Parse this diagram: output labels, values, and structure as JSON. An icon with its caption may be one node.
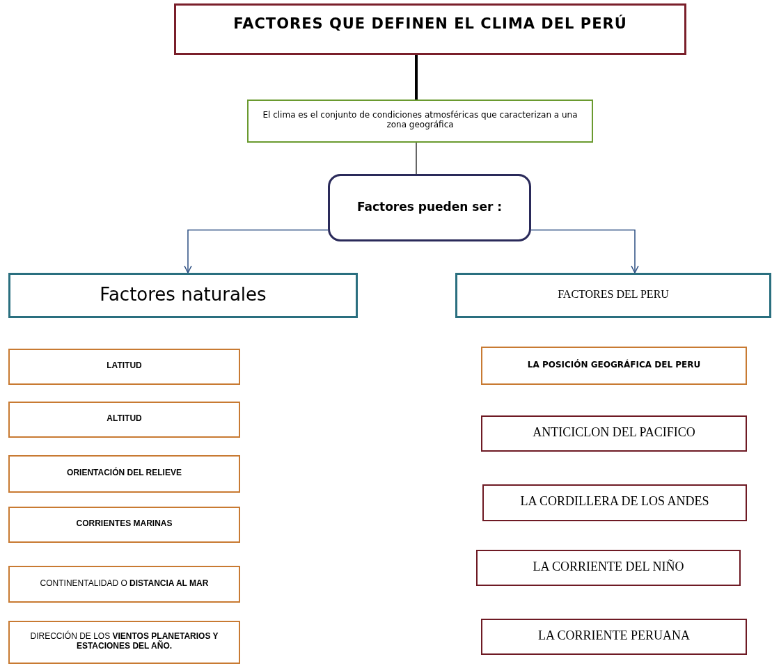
{
  "diagram": {
    "nodes": [
      {
        "text": [
          "FACTORES QUE DEFINEN EL CLIMA DEL PERÚ"
        ]
      },
      {
        "text": [
          "El clima es el conjunto de condiciones atmosféricas que caracterizan a una zona geográfica"
        ]
      },
      {
        "text": [
          "Factores pueden ser :"
        ]
      },
      {
        "text": [
          "Factores naturales"
        ]
      },
      {
        "text": [
          "FACTORES DEL PERU"
        ]
      },
      {
        "text": [
          "LATITUD"
        ]
      },
      {
        "text": [
          "ALTITUD"
        ]
      },
      {
        "text": [
          "ORIENTACIÓN DEL RELIEVE"
        ]
      },
      {
        "text": [
          "CORRIENTES MARINAS"
        ]
      },
      {
        "text": [
          "CONTINENTALIDAD O **DISTANCIA AL MAR**"
        ]
      },
      {
        "text": [
          "DIRECCIÓN DE LOS **VIENTOS PLANETARIOS Y ESTACIONES DEL AÑO.**"
        ]
      },
      {
        "text": [
          "LA POSICIÓN GEOGRÁFICA DEL PERU"
        ]
      },
      {
        "text": [
          "ANTICICLON DEL PACIFICO"
        ]
      },
      {
        "text": [
          "LA CORDILLERA DE LOS ANDES"
        ]
      },
      {
        "text": [
          "LA CORRIENTE DEL NIÑO"
        ]
      },
      {
        "text": [
          "LA CORRIENTE PERUANA"
        ]
      }
    ],
    "edges": [
      {
        "from": 0,
        "to": 1,
        "arrow": "none",
        "style": "thick",
        "color": "#000000"
      },
      {
        "from": 1,
        "to": 2,
        "arrow": "none",
        "color": "#333333"
      },
      {
        "from": 2,
        "to": 3,
        "arrow": "to"
      },
      {
        "from": 2,
        "to": 4,
        "arrow": "to"
      }
    ]
  }
}
